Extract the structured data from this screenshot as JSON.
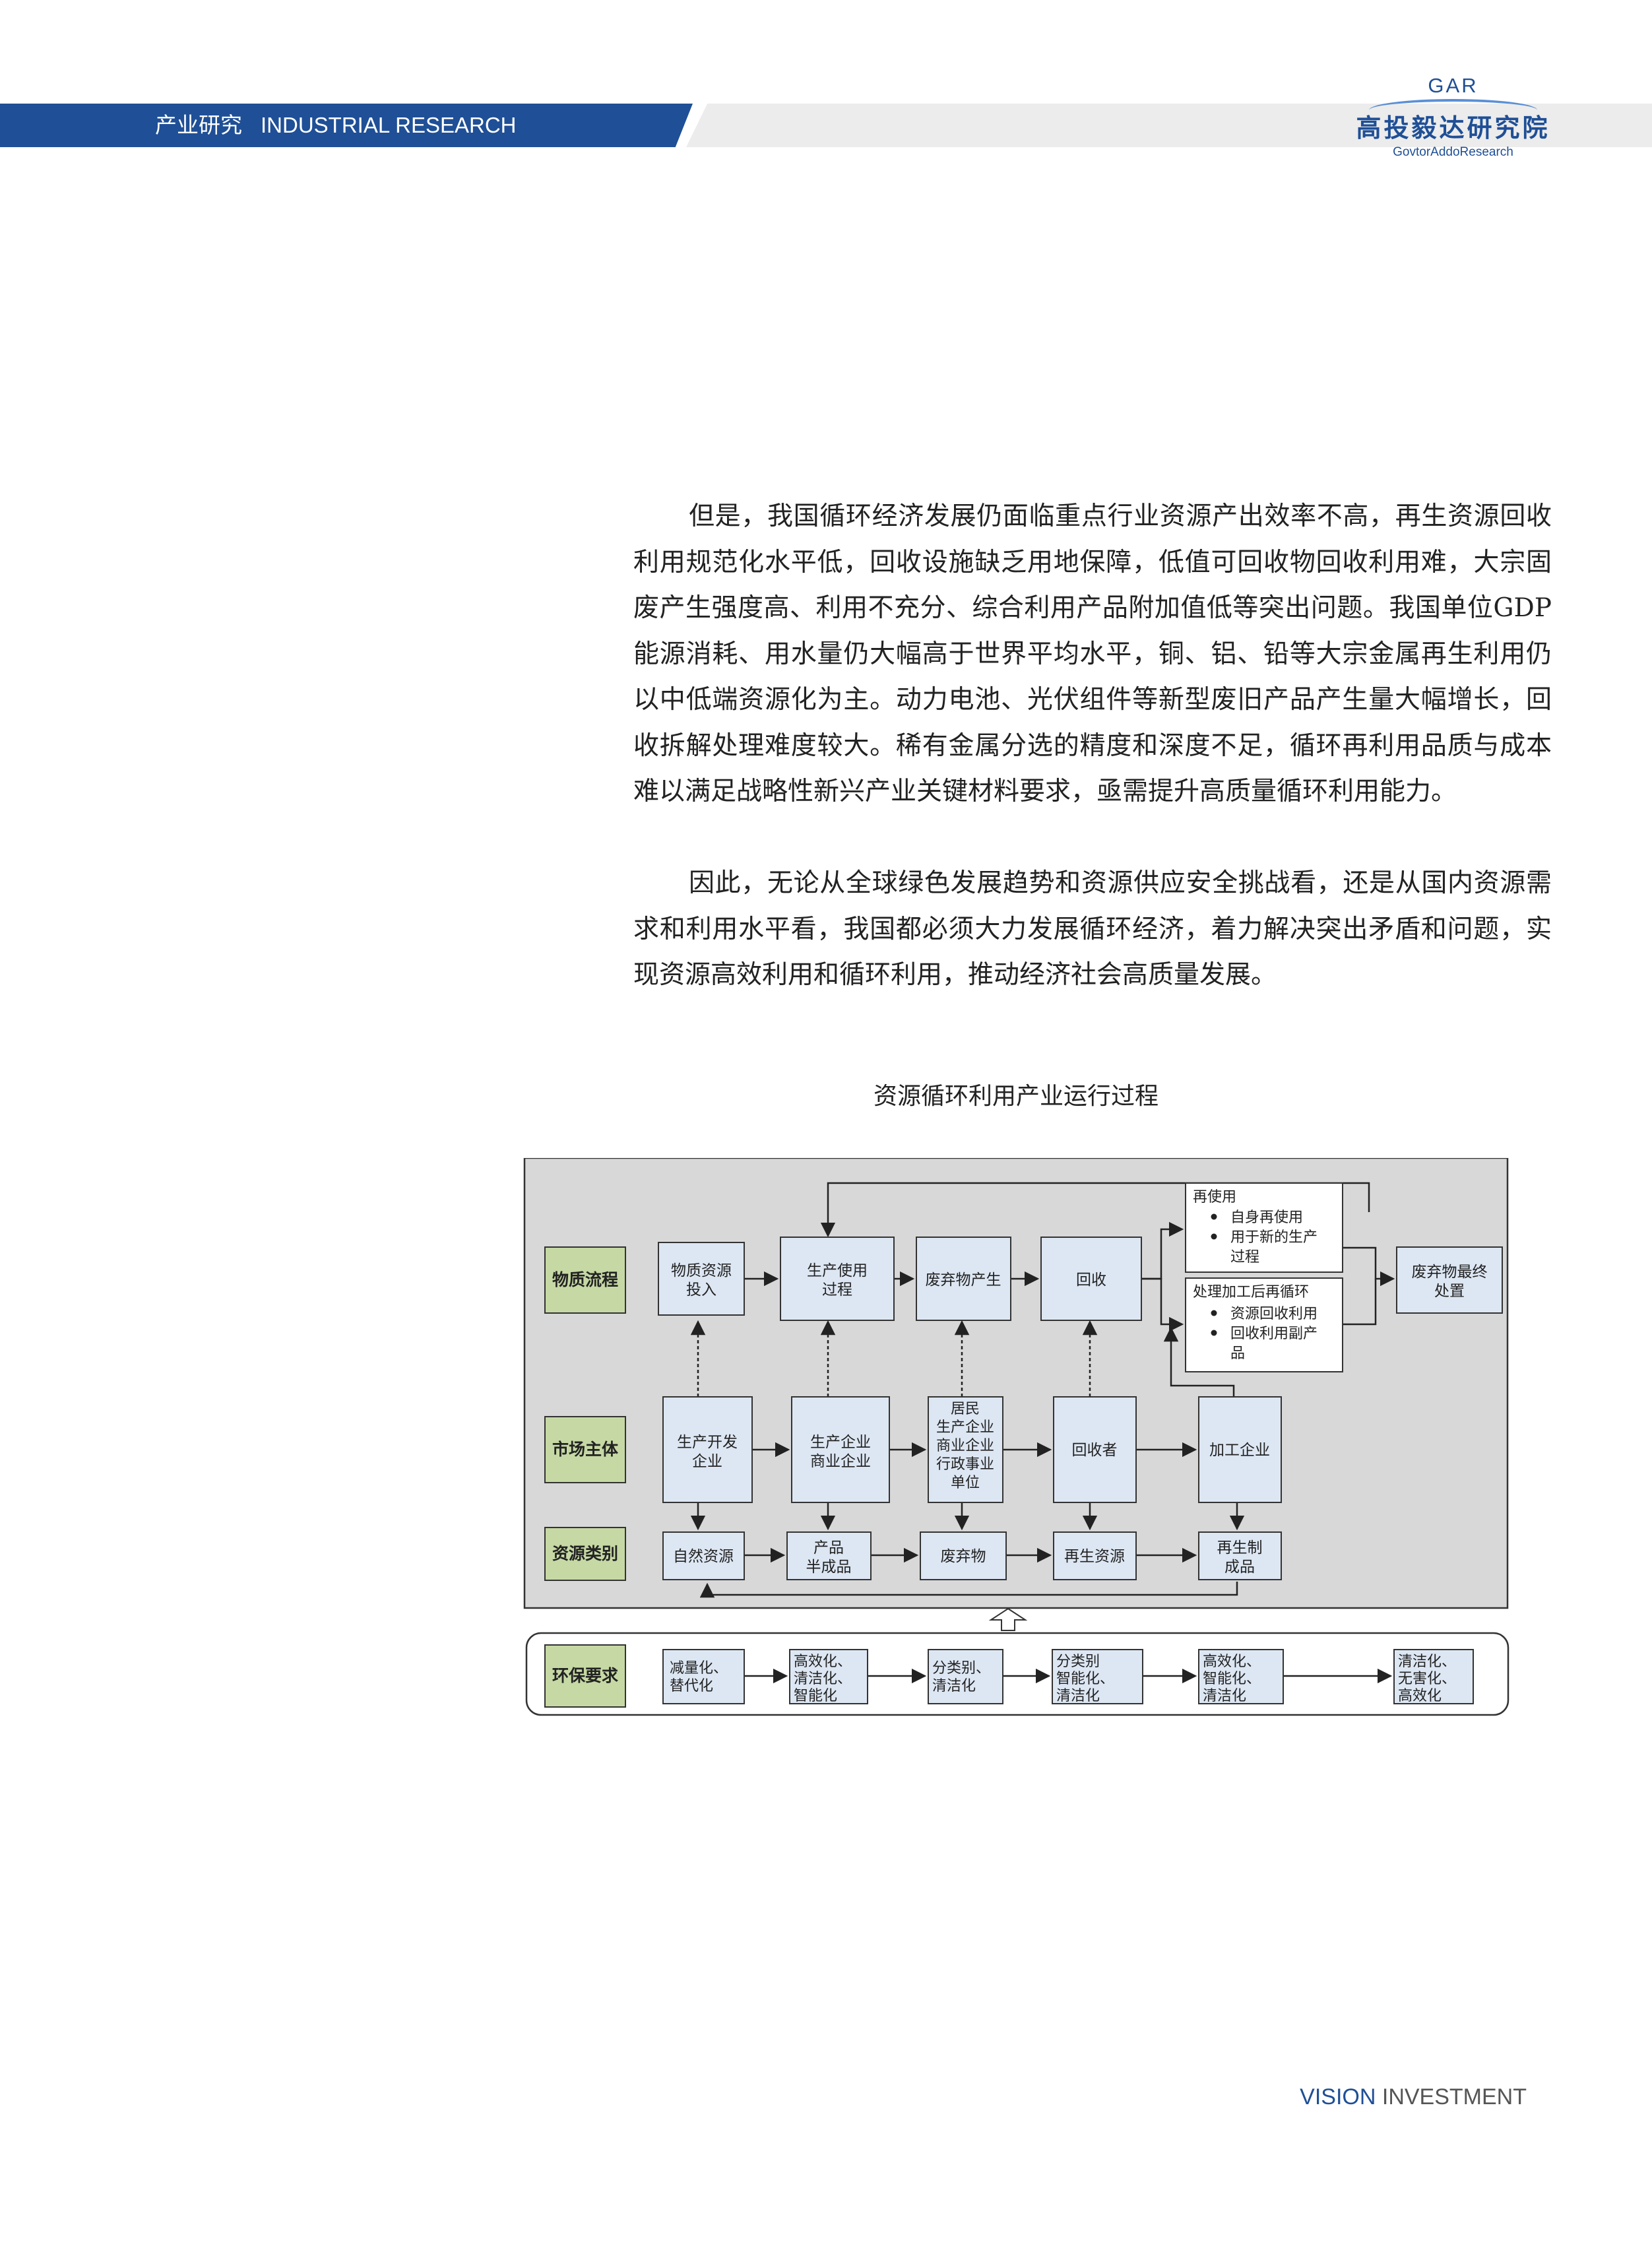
{
  "header": {
    "section_cn": "产业研究",
    "section_en": "INDUSTRIAL RESEARCH",
    "logo_abbr": "GAR",
    "logo_cn": "高投毅达研究院",
    "logo_en": "GovtorAddoResearch"
  },
  "article": {
    "paragraphs": [
      "但是，我国循环经济发展仍面临重点行业资源产出效率不高，再生资源回收利用规范化水平低，回收设施缺乏用地保障，低值可回收物回收利用难，大宗固废产生强度高、利用不充分、综合利用产品附加值低等突出问题。我国单位GDP能源消耗、用水量仍大幅高于世界平均水平，铜、铝、铅等大宗金属再生利用仍以中低端资源化为主。动力电池、光伏组件等新型废旧产品产生量大幅增长，回收拆解处理难度较大。稀有金属分选的精度和深度不足，循环再利用品质与成本难以满足战略性新兴产业关键材料要求，亟需提升高质量循环利用能力。",
      "因此，无论从全球绿色发展趋势和资源供应安全挑战看，还是从国内资源需求和利用水平看，我国都必须大力发展循环经济，着力解决突出矛盾和问题，实现资源高效利用和循环利用，推动经济社会高质量发展。"
    ]
  },
  "figure": {
    "title": "资源循环利用产业运行过程",
    "row_labels": {
      "material_flow": "物质流程",
      "market_entity": "市场主体",
      "resource_type": "资源类别",
      "env_requirement": "环保要求"
    },
    "flow": {
      "input": [
        "物质资源",
        "投入"
      ],
      "production": [
        "生产使用",
        "过程"
      ],
      "waste": "废弃物产生",
      "recycle": "回收",
      "reuse_title": "再使用",
      "reuse_items": [
        "自身再使用",
        "用于新的生产",
        "过程"
      ],
      "reprocess_title": "处理加工后再循环",
      "reprocess_items": [
        "资源回收利用",
        "回收利用副产",
        "品"
      ],
      "final": [
        "废弃物最终",
        "处置"
      ]
    },
    "market": {
      "developer": [
        "生产开发",
        "企业"
      ],
      "producer": [
        "生产企业",
        "商业企业"
      ],
      "residents": [
        "居民",
        "生产企业",
        "商业企业",
        "行政事业",
        "单位"
      ],
      "recycler": "回收者",
      "processor": "加工企业"
    },
    "resources": {
      "natural": "自然资源",
      "product": [
        "产品",
        "半成品"
      ],
      "waste": "废弃物",
      "renewable": "再生资源",
      "remade": [
        "再生制",
        "成品"
      ]
    },
    "environment": {
      "e1": [
        "减量化、",
        "替代化"
      ],
      "e2": [
        "高效化、",
        "清洁化、",
        "智能化"
      ],
      "e3": [
        "分类别、",
        "清洁化"
      ],
      "e4": [
        "分类别",
        "智能化、",
        "清洁化"
      ],
      "e5": [
        "高效化、",
        "智能化、",
        "清洁化"
      ],
      "e6": [
        "清洁化、",
        "无害化、",
        "高效化"
      ]
    }
  },
  "footer": {
    "vision": "VISION",
    "investment": "INVESTMENT"
  },
  "colors": {
    "brand_blue": "#1f4f96",
    "label_green": "#c6d9a4",
    "box_blue": "#dde7f3",
    "panel_gray": "#d8d8d8"
  }
}
